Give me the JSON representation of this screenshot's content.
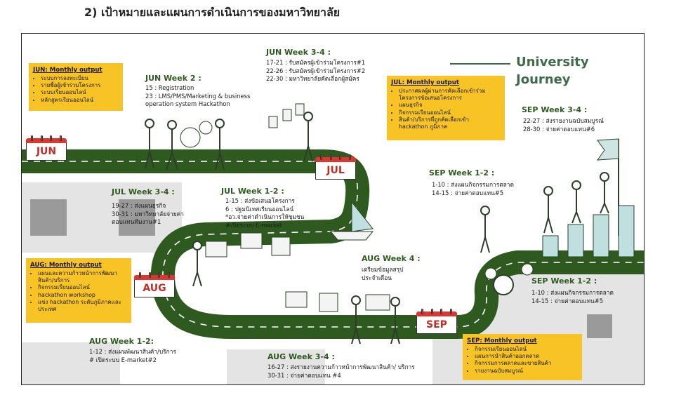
{
  "heading": "2) เป้าหมายและแผนการดำเนินการของมหาวิทยาลัย",
  "journey": {
    "line1": "University",
    "line2": "Journey"
  },
  "calendars": {
    "jun": "JUN",
    "jul": "JUL",
    "aug": "AUG",
    "sep": "SEP"
  },
  "colors": {
    "road": "#2f5a1f",
    "box": "#f7c325",
    "calendar": "#d9372f",
    "light_block": "#e4e4e4",
    "gray_block": "#9a9a9a"
  },
  "boxes": {
    "jun": {
      "title": "JUN: Monthly output",
      "items": [
        "ระบบการลงทะเบียน",
        "รายชื่อผู้เข้าร่วมโครงการ",
        "ระบบเรียนออนไลน์",
        "หลักสูตรเรียนออนไลน์"
      ]
    },
    "jul": {
      "title": "JUL: Monthly output",
      "items": [
        "ประกาศผลผู้ผ่านการคัดเลือกเข้าร่วม",
        "โครงการข้อเสนอโครงการ",
        "แผนธุรกิจ",
        "กิจกรรมเรียนออนไลน์",
        "สินค้า/บริการที่ถูกคัดเลือกเข้า",
        "hackathon ภูมิภาค"
      ]
    },
    "aug": {
      "title": "AUG: Monthly output",
      "items": [
        "แผนและความก้าวหน้าการพัฒนา",
        "สินค้า/บริการ",
        "กิจกรรมเรียนออนไลน์",
        "hackathon workshop",
        "แข่ง hackathon ระดับภูมิภาคและ",
        "ประเทศ"
      ]
    },
    "sep": {
      "title": "SEP: Monthly output",
      "items": [
        "กิจกรรมเรียนออนไลน์",
        "แผนการนำสินค้าออกตลาด",
        "กิจกรรมการตลาดและขายสินค้า",
        "รายงานฉบับสมบูรณ์"
      ]
    }
  },
  "weeks": {
    "jun2": {
      "title": "JUN Week 2 :",
      "lines": [
        "15 : Registration",
        "23 : LMS/PMS/Marketing & business",
        "operation system Hackathon"
      ]
    },
    "jun34": {
      "title": "JUN Week 3-4 :",
      "lines": [
        "17-21 : รับสมัครผู้เข้าร่วมโครงการ#1",
        "22-26 : รับสมัครผู้เข้าร่วมโครงการ#2",
        "22-30 : มหาวิทยาลัยคัดเลือกผู้สมัคร"
      ]
    },
    "jul34": {
      "title": "JUL Week 3-4 :",
      "lines": [
        "19-27 : ส่งแผนธุรกิจ",
        "30-31 : มหาวิทยาลัยจ่ายค่า",
        "ตอบแทนทีมงาน#1"
      ]
    },
    "jul12": {
      "title": "JUL Week 1-2 :",
      "lines": [
        "1-15 : ส่งข้อเสนอโครงการ",
        "6 : ปฐมนิเทศเรียนออนไลน์",
        "*อว.จ่ายค่าดำเนินการให้ชุมชน",
        "#เปิดระบบ E-market"
      ]
    },
    "aug4": {
      "title": "AUG Week 4 :",
      "lines": [
        "เตรียมข้อมูลสรุป",
        "ประจำเดือน"
      ]
    },
    "aug12": {
      "title": "AUG Week 1-2:",
      "lines": [
        "1-12 : ส่งแผนพัฒนาสินค้า/บริการ",
        "# เปิดระบบ E-market#2"
      ]
    },
    "aug34": {
      "title": "AUG Week 3-4 :",
      "lines": [
        "16-27 : ส่งรายงานความก้าวหน้าการพัฒนาสินค้า/ บริการ",
        "30-31 : จ่ายค่าตอบแทน #4"
      ]
    },
    "sep12a": {
      "title": "SEP Week 1-2 :",
      "lines": [
        "1-10 : ส่งแผนกิจกรรมการตลาด",
        "14-15 : จ่ายค่าตอบแทน#5"
      ]
    },
    "sep12b": {
      "title": "SEP Week 1-2 :",
      "lines": [
        "1-10 : ส่งแผนกิจกรรมการตลาด",
        "14-15 : จ่ายค่าตอบแทน#5"
      ]
    },
    "sep34": {
      "title": "SEP Week 3-4 :",
      "lines": [
        "22-27 : ส่งรายงานฉบับสมบูรณ์",
        "28-30 : จ่ายค่าตอบแทน#6"
      ]
    }
  }
}
